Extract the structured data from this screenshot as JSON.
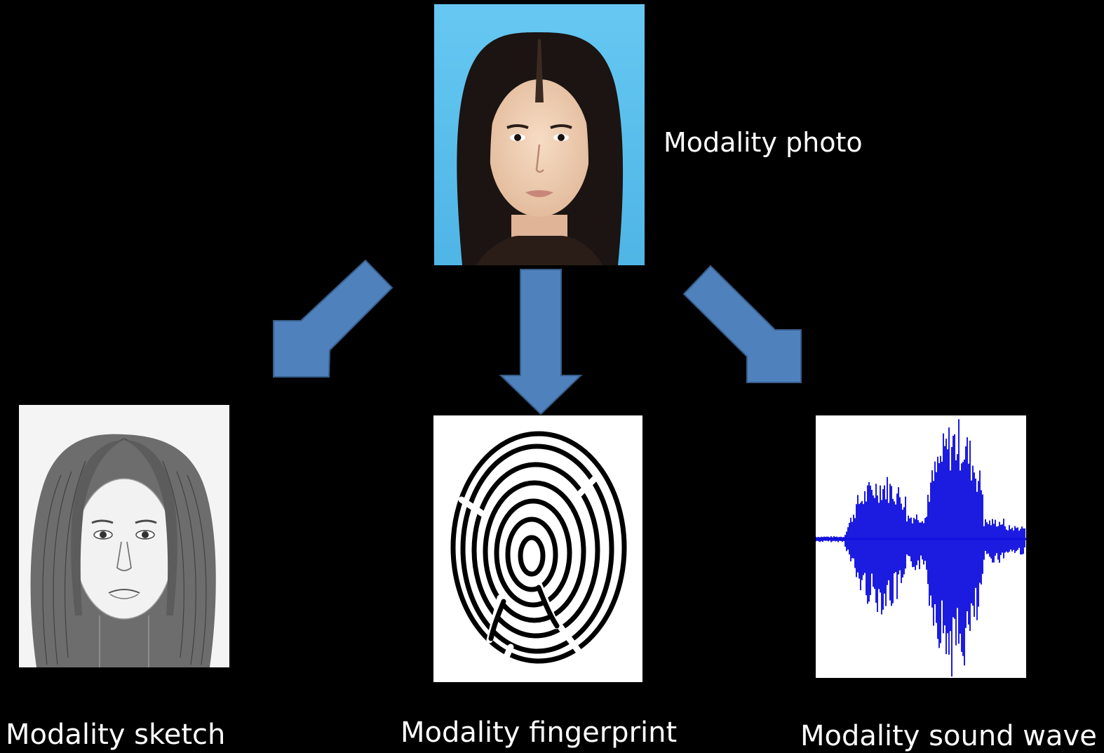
{
  "labels": {
    "photo": "Modality photo",
    "sketch": "Modality sketch",
    "fingerprint": "Modality fingerprint",
    "sound_wave": "Modality sound wave"
  },
  "colors": {
    "background": "#000000",
    "arrow_fill": "#4f81bd",
    "arrow_stroke": "#385d8a",
    "photo_backdrop": "#5ec3ee",
    "waveform": "#1010e0"
  }
}
